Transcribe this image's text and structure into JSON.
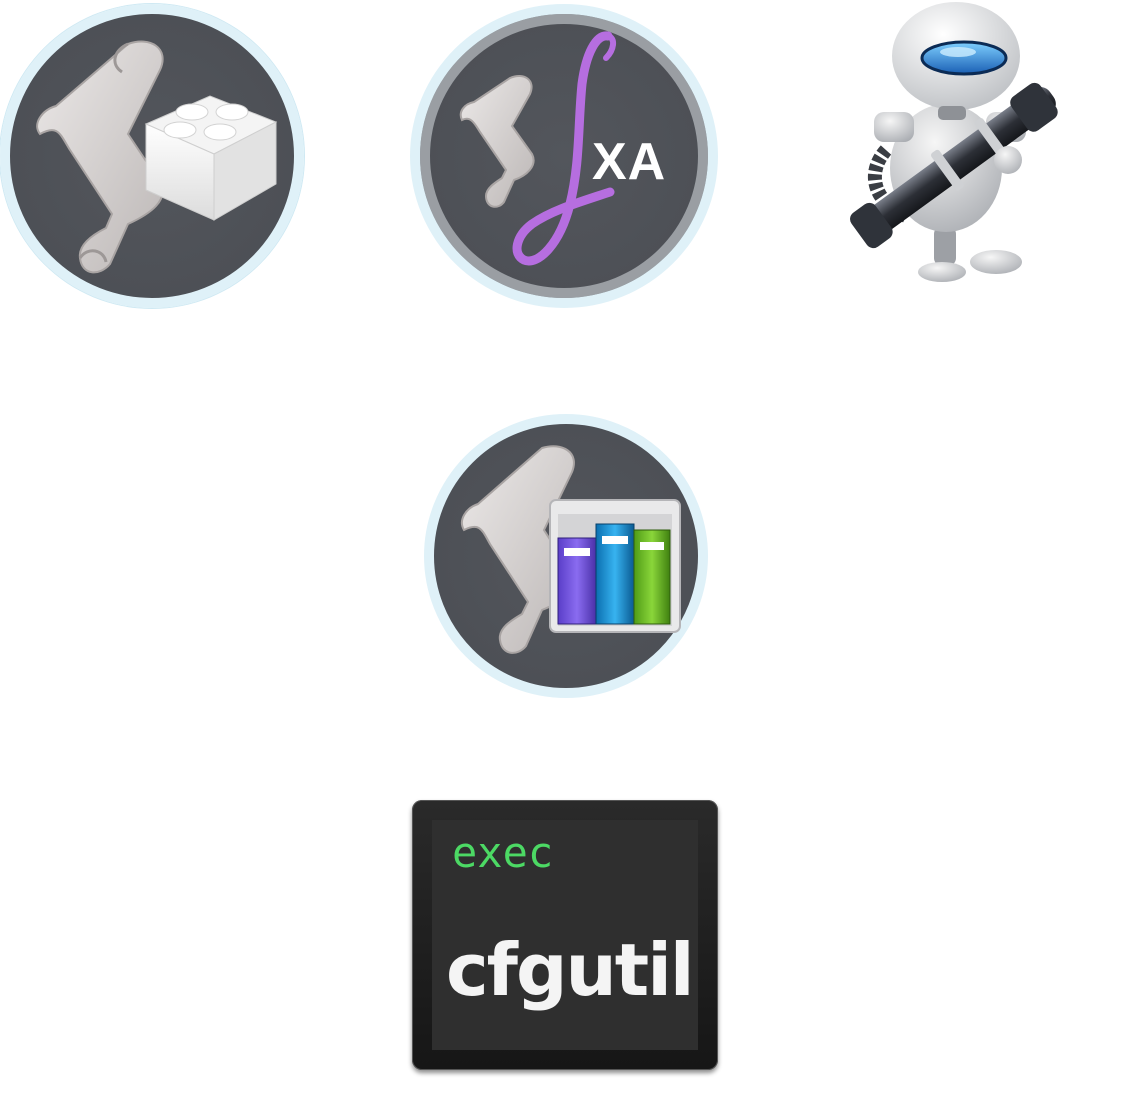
{
  "icons": [
    {
      "id": "applescript-lib",
      "icon": "scroll-lego-icon"
    },
    {
      "id": "jxa",
      "icon": "scroll-jxa-icon",
      "label": "XA",
      "letter_color": "#b66ee0"
    },
    {
      "id": "automator",
      "icon": "automator-robot-icon"
    },
    {
      "id": "script-library",
      "icon": "scroll-books-icon"
    },
    {
      "id": "cfgutil",
      "icon": "terminal-icon",
      "line1": "exec",
      "line2": "cfgutil",
      "line1_color": "#4cd964"
    }
  ]
}
